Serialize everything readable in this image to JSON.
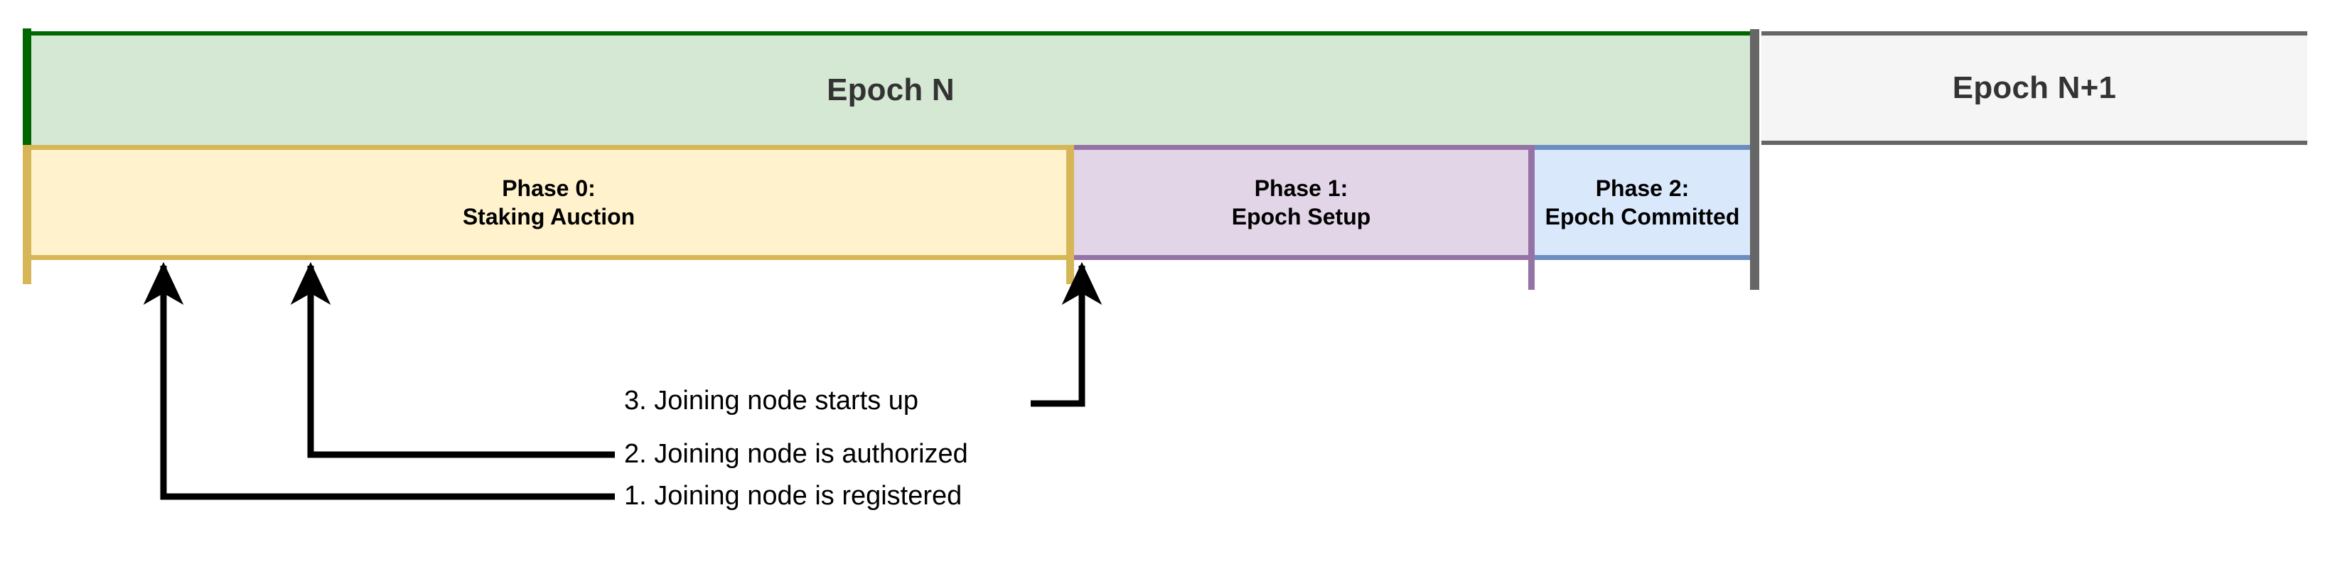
{
  "diagram": {
    "title_epoch_n": "Epoch N",
    "title_epoch_n1": "Epoch N+1",
    "epochs": [
      {
        "id": "epoch-n",
        "label": "Epoch N",
        "fill": "#d5e8d4",
        "stroke": "#006600"
      },
      {
        "id": "epoch-n1",
        "label": "Epoch N+1",
        "fill": "#f5f5f5",
        "stroke": "#666666"
      }
    ],
    "phases": [
      {
        "id": "phase-0",
        "line1": "Phase 0:",
        "line2": "Staking Auction",
        "fill": "#fff2cc",
        "stroke": "#d6b656"
      },
      {
        "id": "phase-1",
        "line1": "Phase 1:",
        "line2": "Epoch Setup",
        "fill": "#e1d5e7",
        "stroke": "#9673a6"
      },
      {
        "id": "phase-2",
        "line1": "Phase 2:",
        "line2": "Epoch Committed",
        "fill": "#dae8fc",
        "stroke": "#6c8ebf"
      }
    ],
    "annotations": [
      {
        "id": "annotation-1",
        "text": "1. Joining node is registered"
      },
      {
        "id": "annotation-2",
        "text": "2. Joining node is authorized"
      },
      {
        "id": "annotation-3",
        "text": "3. Joining node starts up"
      }
    ],
    "colors": {
      "arrow": "#000000",
      "text_dark": "#333333",
      "text_black": "#000000",
      "background": "#ffffff"
    }
  }
}
